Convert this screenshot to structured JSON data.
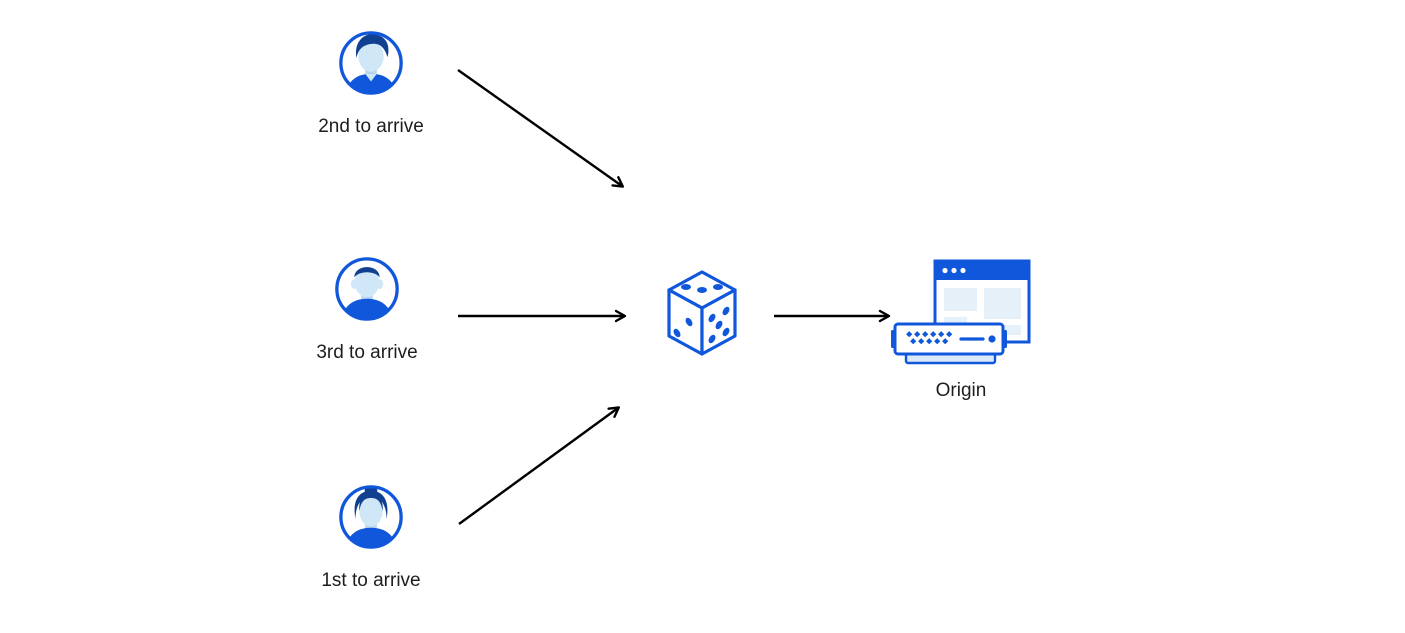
{
  "diagram": {
    "clients": [
      {
        "label": "2nd to arrive",
        "icon": "male-avatar-side-part-icon"
      },
      {
        "label": "3rd to arrive",
        "icon": "male-avatar-flat-top-icon"
      },
      {
        "label": "1st to arrive",
        "icon": "female-avatar-bun-icon"
      }
    ],
    "router": {
      "icon": "dice-icon"
    },
    "origin": {
      "label": "Origin",
      "icon": "origin-browser-server-icon"
    },
    "arrows": [
      {
        "from": "client-2nd",
        "to": "dice"
      },
      {
        "from": "client-3rd",
        "to": "dice"
      },
      {
        "from": "client-1st",
        "to": "dice"
      },
      {
        "from": "dice",
        "to": "origin"
      }
    ],
    "colors": {
      "primary_blue": "#1057dc",
      "dark_navy": "#10408f",
      "face_fill": "#cfe7f7",
      "panel_fill": "#e6f0f8",
      "light_fill": "#daeaf8",
      "arrow_color": "#000000",
      "text_color": "#1d1d1f",
      "background": "#ffffff"
    }
  }
}
